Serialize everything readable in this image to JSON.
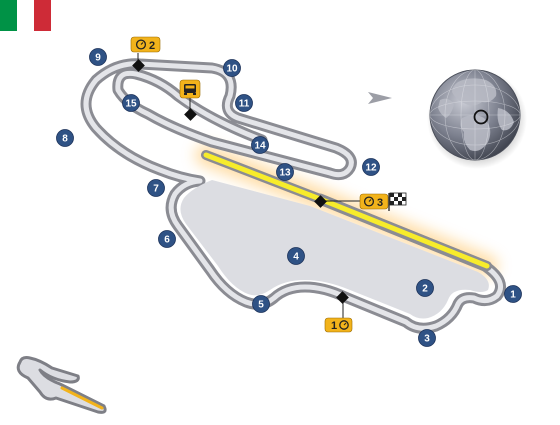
{
  "flag": {
    "country": "Italy",
    "colors": [
      "#009246",
      "#ffffff",
      "#ce2b37"
    ]
  },
  "turns": [
    {
      "id": "1",
      "label": "1"
    },
    {
      "id": "2",
      "label": "2"
    },
    {
      "id": "3",
      "label": "3"
    },
    {
      "id": "4",
      "label": "4"
    },
    {
      "id": "5",
      "label": "5"
    },
    {
      "id": "6",
      "label": "6"
    },
    {
      "id": "7",
      "label": "7"
    },
    {
      "id": "8",
      "label": "8"
    },
    {
      "id": "9",
      "label": "9"
    },
    {
      "id": "10",
      "label": "10"
    },
    {
      "id": "11",
      "label": "11"
    },
    {
      "id": "12",
      "label": "12"
    },
    {
      "id": "13",
      "label": "13"
    },
    {
      "id": "14",
      "label": "14"
    },
    {
      "id": "15",
      "label": "15"
    }
  ],
  "sectors": [
    {
      "id": "s1",
      "label": "1",
      "icon": "stopwatch-icon"
    },
    {
      "id": "s2",
      "label": "2",
      "icon": "stopwatch-icon"
    },
    {
      "id": "s3",
      "label": "3",
      "icon": "stopwatch-icon"
    }
  ],
  "icons": {
    "pit": "pit-lane-icon",
    "finish": "checkered-flag-icon",
    "arrow": "pointer-arrow-icon",
    "globe": "globe-icon"
  },
  "colors": {
    "track": "#8c8c94",
    "track_inner": "#dfe0e4",
    "badge": "#2f5285",
    "sector_badge": "#f2b31b",
    "straight": "#f6ea2a",
    "glow": "#ffd27a"
  }
}
